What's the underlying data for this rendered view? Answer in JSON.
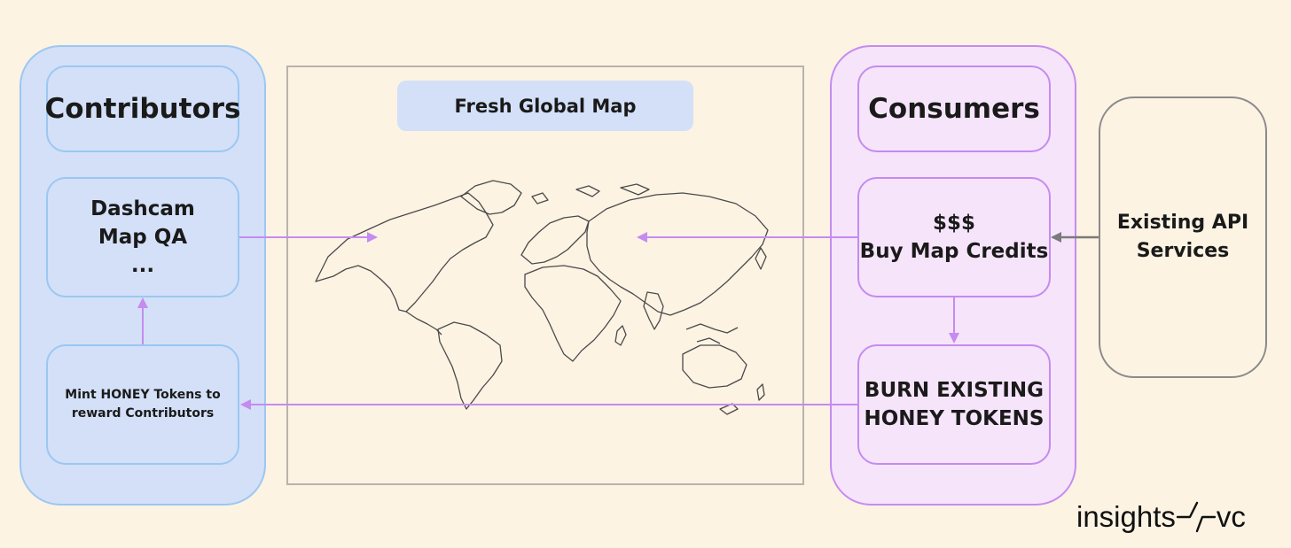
{
  "contributors": {
    "title": "Contributors",
    "activities": [
      "Dashcam",
      "Map QA",
      "..."
    ],
    "reward": [
      "Mint HONEY Tokens to",
      "reward Contributors"
    ]
  },
  "map": {
    "title": "Fresh Global Map"
  },
  "consumers": {
    "title": "Consumers",
    "buy": [
      "$$$",
      "Buy Map Credits"
    ],
    "burn": [
      "BURN EXISTING",
      "HONEY TOKENS"
    ]
  },
  "external": {
    "label": [
      "Existing API",
      "Services"
    ]
  },
  "brand": {
    "left": "insights",
    "right": "vc"
  },
  "colors": {
    "background": "#fcf3e3",
    "contributors_fill": "#d3e0f8",
    "contributors_border": "#9cc7f2",
    "consumers_fill": "#f6e4fb",
    "consumers_border": "#c58bf0",
    "arrow_purple": "#c58bf0",
    "arrow_gray": "#7a7a7a"
  },
  "icons": {
    "map": "world-map-icon",
    "logo": "insights-vc-logo"
  }
}
